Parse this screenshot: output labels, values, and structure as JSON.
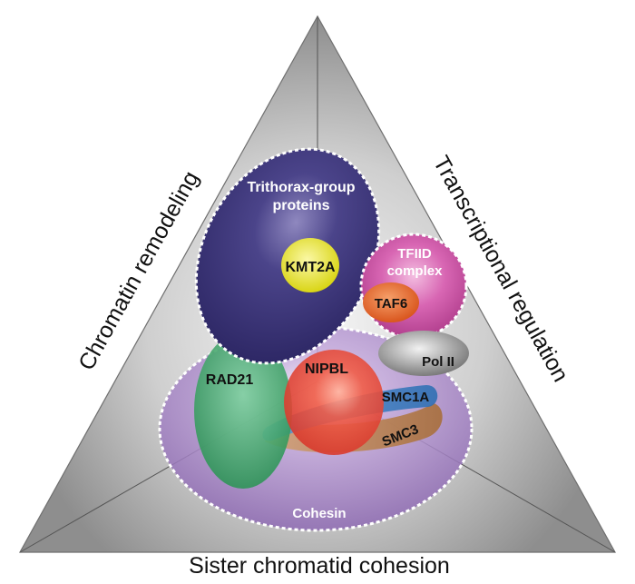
{
  "axes": {
    "left": "Chromatin remodeling",
    "right": "Transcriptional regulation",
    "bottom": "Sister chromatid cohesion"
  },
  "groups": {
    "trithorax": {
      "line1": "Trithorax-group",
      "line2": "proteins",
      "color": "#3c3575"
    },
    "tfiid": {
      "line1": "TFIID",
      "line2": "complex",
      "color": "#cc4fa5"
    },
    "cohesin": {
      "label": "Cohesin",
      "color": "#a07dc0"
    }
  },
  "proteins": {
    "kmt2a": {
      "label": "KMT2A",
      "color": "#e8e42a"
    },
    "taf6": {
      "label": "TAF6",
      "color": "#e86a2c"
    },
    "pol2": {
      "label": "Pol II",
      "color": "#9a9a9a"
    },
    "rad21": {
      "label": "RAD21",
      "color": "#3faa6a"
    },
    "nipbl": {
      "label": "NIPBL",
      "color": "#e8453c"
    },
    "smc1a": {
      "label": "SMC1A",
      "color": "#3a80c4"
    },
    "smc3": {
      "label": "SMC3",
      "color": "#b07a4a"
    }
  }
}
